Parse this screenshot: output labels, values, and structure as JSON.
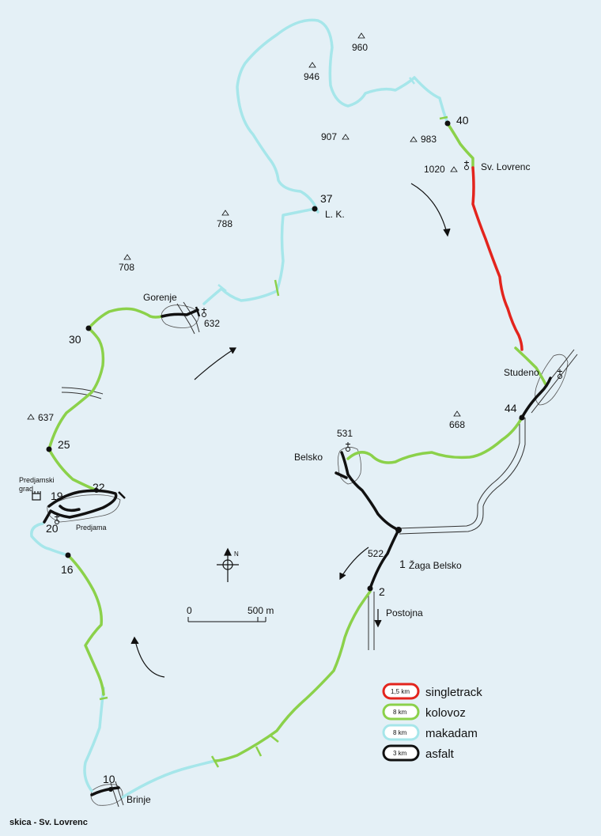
{
  "colors": {
    "background": "#e4f0f6",
    "singletrack": "#e3241d",
    "kolovoz": "#8bd14a",
    "makadam": "#a6e6ea",
    "asfalt": "#111111"
  },
  "waypoints": [
    "1",
    "2",
    "10",
    "16",
    "19",
    "20",
    "22",
    "25",
    "30",
    "37",
    "40",
    "44"
  ],
  "elevations": [
    "960",
    "946",
    "907",
    "983",
    "1020",
    "788",
    "708",
    "637",
    "668",
    "531",
    "522",
    "632"
  ],
  "places": {
    "gorenje": "Gorenje",
    "sv_lovrenc": "Sv. Lovrenc",
    "lk": "L. K.",
    "studeno": "Studeno",
    "belsko": "Belsko",
    "zaga_belsko": "Žaga Belsko",
    "postojna": "Postojna",
    "predjama": "Predjama",
    "predjamski_1": "Predjamski",
    "predjamski_2": "grad",
    "brinje": "Brinje"
  },
  "north": "N",
  "scale": {
    "zero": "0",
    "end": "500 m"
  },
  "legend": [
    {
      "km": "1,5 km",
      "label": "singletrack",
      "color_key": "singletrack"
    },
    {
      "km": "8 km",
      "label": "kolovoz",
      "color_key": "kolovoz"
    },
    {
      "km": "8 km",
      "label": "makadam",
      "color_key": "makadam"
    },
    {
      "km": "3 km",
      "label": "asfalt",
      "color_key": "asfalt"
    }
  ],
  "footer": "skica - Sv. Lovrenc"
}
